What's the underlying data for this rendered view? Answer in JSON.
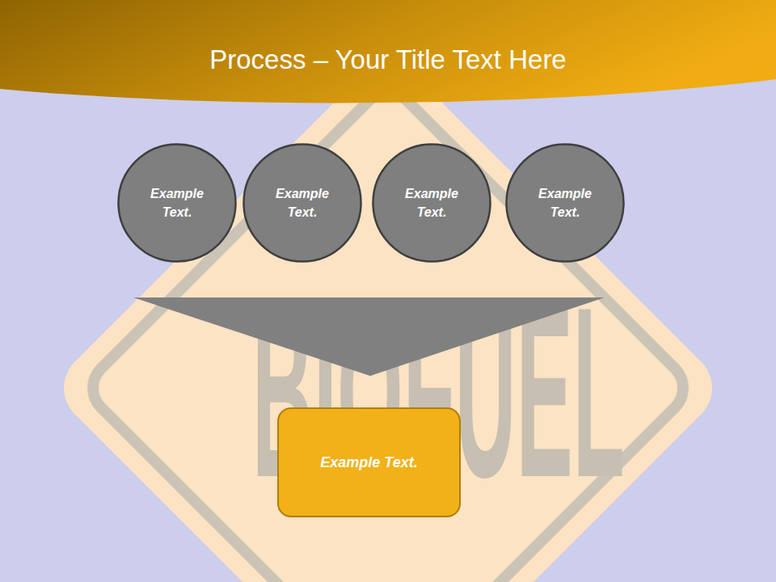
{
  "diagram": {
    "title": "Process – Your Title Text Here",
    "nodes": [
      {
        "text": [
          "Example Text."
        ]
      },
      {
        "text": [
          "Example Text."
        ]
      },
      {
        "text": [
          "Example Text."
        ]
      },
      {
        "text": [
          "Example Text."
        ]
      },
      {
        "text": [
          "Example Text."
        ]
      }
    ],
    "labels": [
      "BIOFUEL"
    ]
  }
}
